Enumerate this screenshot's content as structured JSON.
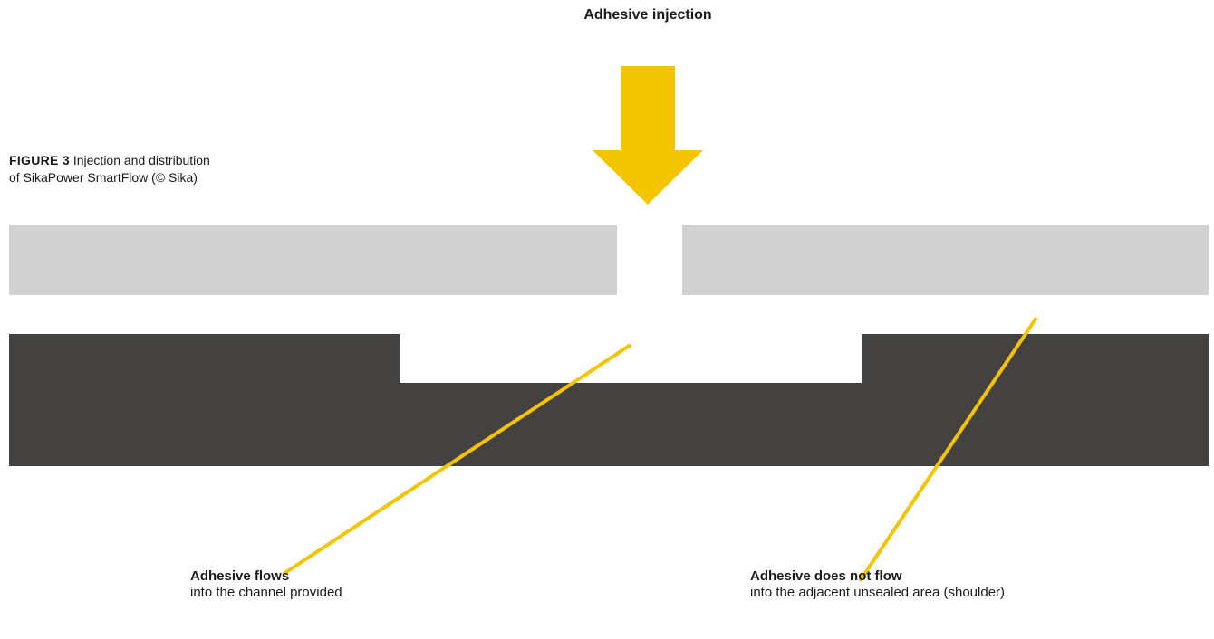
{
  "title": "Adhesive injection",
  "caption": {
    "figure": "FIGURE 3",
    "line1": "Injection and distribution",
    "line2": "of SikaPower SmartFlow (© Sika)"
  },
  "callouts": {
    "flows": {
      "title": "Adhesive flows",
      "subtitle": "into the channel provided"
    },
    "no_flow": {
      "title": "Adhesive does not flow",
      "subtitle": "into the adjacent unsealed area (shoulder)"
    }
  },
  "colors": {
    "arrow": "#f5c400",
    "leader_line": "#f5c400",
    "top_part": "#d0d1d0",
    "bottom_part": "#434240"
  }
}
